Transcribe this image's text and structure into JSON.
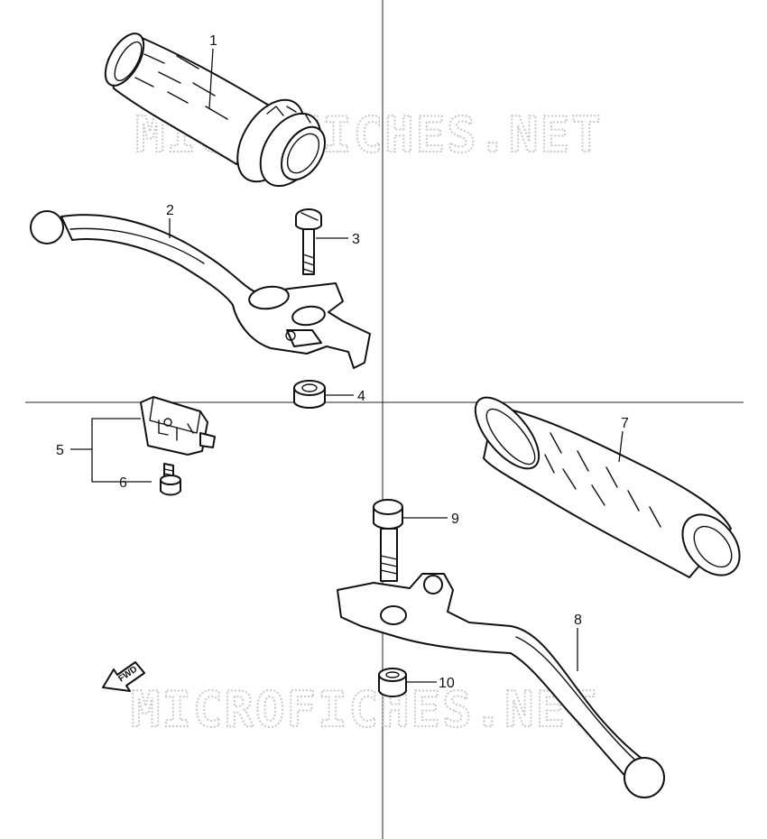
{
  "diagram": {
    "watermark_text": "MICROFICHES.NET",
    "direction_label": "FWD",
    "callouts": [
      "1",
      "2",
      "3",
      "4",
      "5",
      "6",
      "7",
      "8",
      "9",
      "10"
    ]
  }
}
